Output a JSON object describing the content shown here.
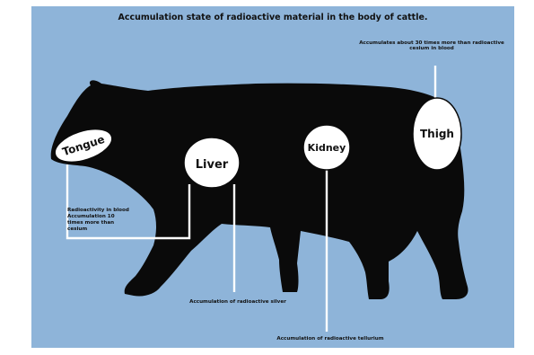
{
  "title": "Accumulation state of radioactive material in the body of cattle.",
  "organs": {
    "tongue": "Tongue",
    "liver": "Liver",
    "kidney": "Kidney",
    "thigh": "Thigh"
  },
  "notes": {
    "thigh": "Accumulates about 30 times more than radioactive cesium in blood",
    "blood": "Radioactivity in blood Accumulation 10 times more than cesium",
    "liver": "Accumulation of radioactive silver",
    "kidney": "Accumulation of radioactive tellurium"
  },
  "colors": {
    "background": "#8eb4d9",
    "silhouette": "#0a0a0a",
    "bubble": "#ffffff"
  }
}
